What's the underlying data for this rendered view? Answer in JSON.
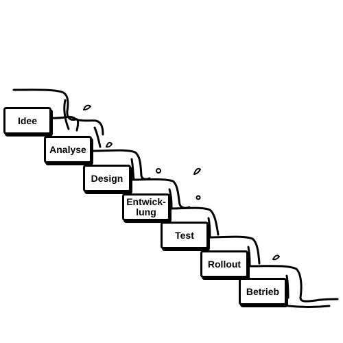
{
  "stages": [
    {
      "label": "Idee"
    },
    {
      "label": "Analyse"
    },
    {
      "label": "Design"
    },
    {
      "label": "Entwick-\nlung"
    },
    {
      "label": "Test"
    },
    {
      "label": "Rollout"
    },
    {
      "label": "Betrieb"
    }
  ]
}
